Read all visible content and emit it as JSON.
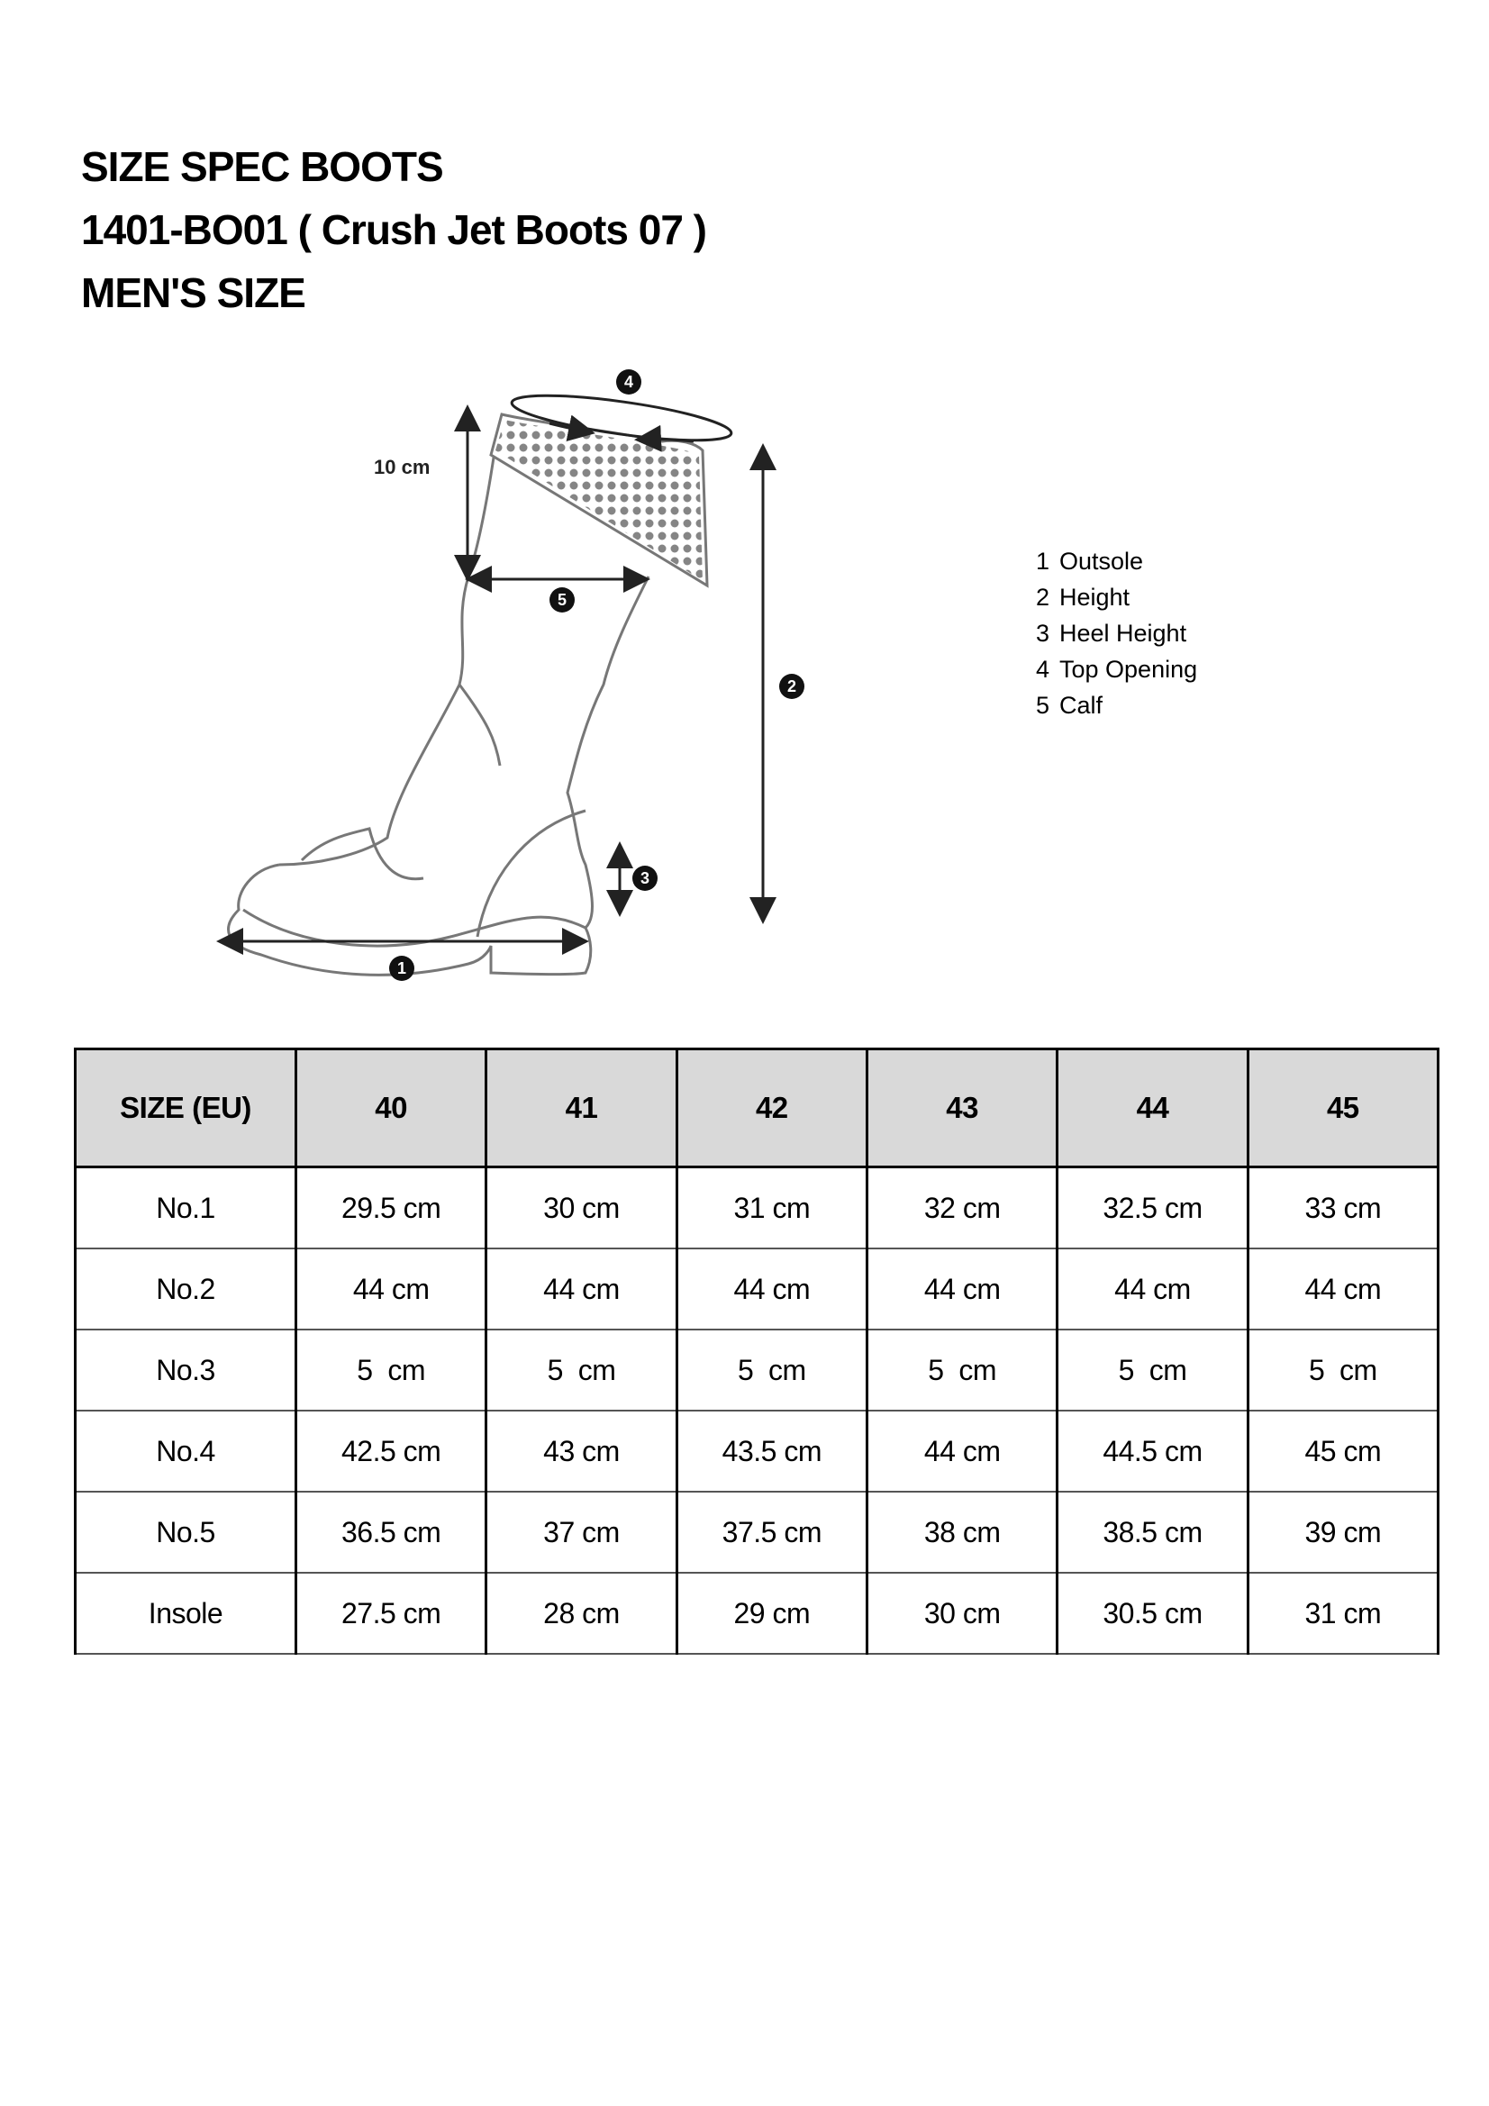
{
  "title": {
    "line1": "SIZE SPEC BOOTS",
    "line2": "1401-BO01 ( Crush Jet Boots 07 )",
    "line3": "MEN'S SIZE"
  },
  "diagram": {
    "label_10cm": "10 cm",
    "markers": [
      "1",
      "2",
      "3",
      "4",
      "5"
    ]
  },
  "legend": [
    {
      "num": "1",
      "label": "Outsole"
    },
    {
      "num": "2",
      "label": "Height"
    },
    {
      "num": "3",
      "label": "Heel Height"
    },
    {
      "num": "4",
      "label": "Top Opening"
    },
    {
      "num": "5",
      "label": "Calf"
    }
  ],
  "table": {
    "header": [
      "SIZE (EU)",
      "40",
      "41",
      "42",
      "43",
      "44",
      "45"
    ],
    "rows": [
      [
        "No.1",
        "29.5 cm",
        "30 cm",
        "31 cm",
        "32 cm",
        "32.5 cm",
        "33 cm"
      ],
      [
        "No.2",
        "44 cm",
        "44 cm",
        "44 cm",
        "44 cm",
        "44 cm",
        "44 cm"
      ],
      [
        "No.3",
        "5  cm",
        "5  cm",
        "5  cm",
        "5  cm",
        "5  cm",
        "5  cm"
      ],
      [
        "No.4",
        "42.5 cm",
        "43 cm",
        "43.5 cm",
        "44 cm",
        "44.5 cm",
        "45 cm"
      ],
      [
        "No.5",
        "36.5 cm",
        "37 cm",
        "37.5 cm",
        "38 cm",
        "38.5 cm",
        "39 cm"
      ],
      [
        "Insole",
        "27.5 cm",
        "28 cm",
        "29 cm",
        "30 cm",
        "30.5 cm",
        "31 cm"
      ]
    ]
  },
  "colors": {
    "header_bg": "#d9d9d9",
    "boot_line": "#777777",
    "dots": "#777777",
    "arrows": "#222222"
  }
}
